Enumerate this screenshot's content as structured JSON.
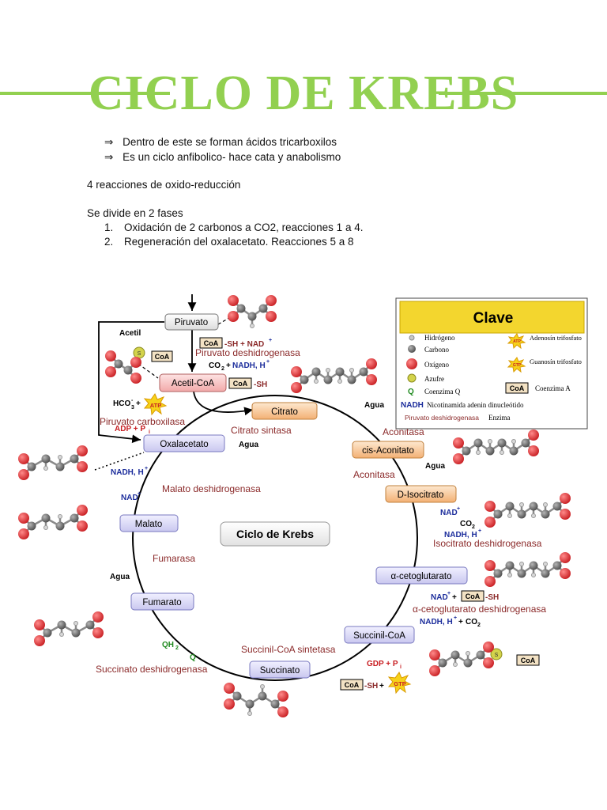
{
  "title": "CICLO DE KREBS",
  "bullets": [
    {
      "arrow": "⇒",
      "text": "Dentro de este se forman ácidos tricarboxilos"
    },
    {
      "arrow": "⇒",
      "text": "Es un ciclo anfibolico- hace cata y anabolismo"
    }
  ],
  "reactions_note": "4 reacciones de oxido-reducción",
  "phases_intro": "Se divide en 2 fases",
  "phases": [
    {
      "num": "1.",
      "text": "Oxidación de 2 carbonos a CO2, reacciones 1 a 4."
    },
    {
      "num": "2.",
      "text": "Regeneración del oxalacetato. Reacciones 5 a 8"
    }
  ],
  "diagram": {
    "center_label": "Ciclo de Krebs",
    "metabolites": {
      "piruvato": "Piruvato",
      "acetil_coa": "Acetil-CoA",
      "citrato": "Citrato",
      "cis_aconitato": "cis-Aconitato",
      "d_isocitrato": "D-Isocitrato",
      "alfa_ceto": "α-cetoglutarato",
      "succinil_coa": "Succinil-CoA",
      "succinato": "Succinato",
      "fumarato": "Fumarato",
      "malato": "Malato",
      "oxalacetato": "Oxalacetato"
    },
    "enzymes": {
      "piruvato_deshidrogenasa": "Piruvato deshidrogenasa",
      "piruvato_carboxilasa": "Piruvato carboxilasa",
      "citrato_sintasa": "Citrato sintasa",
      "aconitasa_1": "Aconitasa",
      "aconitasa_2": "Aconitasa",
      "isocitrato_deshidrogenasa": "Isocitrato deshidrogenasa",
      "alfa_ceto_deshidrogenasa": "α-cetoglutarato deshidrogenasa",
      "succinil_coa_sintetasa": "Succinil-CoA sintetasa",
      "succinato_deshidrogenasa": "Succinato deshidrogenasa",
      "fumarasa": "Fumarasa",
      "malato_deshidrogenasa": "Malato deshidrogenasa"
    },
    "cofactors": {
      "acetil": "Acetil",
      "coa": "CoA",
      "sh_nad": "-SH + NAD",
      "plus_sup": "+",
      "co2_nadh": "CO",
      "nadh_h": "NADH, H",
      "sh": "-SH",
      "agua": "Agua",
      "hco3": "HCO",
      "hco3_sub": "3",
      "hco3_sup": "-",
      "plus": "+",
      "atp": "ATP",
      "adp_pi": "ADP + P",
      "pi_sub": "i",
      "nad": "NAD",
      "co2": "CO",
      "co2_sub": "2",
      "gdp_pi": "GDP + P",
      "gtp": "GTP",
      "qh2": "QH",
      "qh2_sub": "2",
      "q": "Q",
      "s": "S"
    },
    "legend": {
      "title": "Clave",
      "items": [
        {
          "symbol": "H",
          "label": "Hidrógeno"
        },
        {
          "symbol": "C",
          "label": "Carbono"
        },
        {
          "symbol": "O",
          "label": "Oxígeno"
        },
        {
          "symbol": "S",
          "label": "Azufre"
        },
        {
          "symbol": "Q",
          "label": "Coenzima Q"
        },
        {
          "symbol": "NADH",
          "label": "Nicotinamida adenin dinucleótido"
        },
        {
          "symbol": "Piruvato deshidrogenasa",
          "label": "Enzima"
        },
        {
          "symbol": "ATP",
          "label": "Adenosín trifosfato"
        },
        {
          "symbol": "GTP",
          "label": "Guanosín trifosfato"
        },
        {
          "symbol": "CoA",
          "label": "Coenzima A"
        }
      ]
    },
    "colors": {
      "title_green": "#92d050",
      "legend_yellow": "#f3d62e",
      "enzyme_red": "#8b2a2a",
      "nad_blue": "#1c2d9c",
      "oxygen_red": "#d9262a",
      "carbon_gray": "#6f6f6f",
      "coq_green": "#1f8a1f"
    }
  }
}
